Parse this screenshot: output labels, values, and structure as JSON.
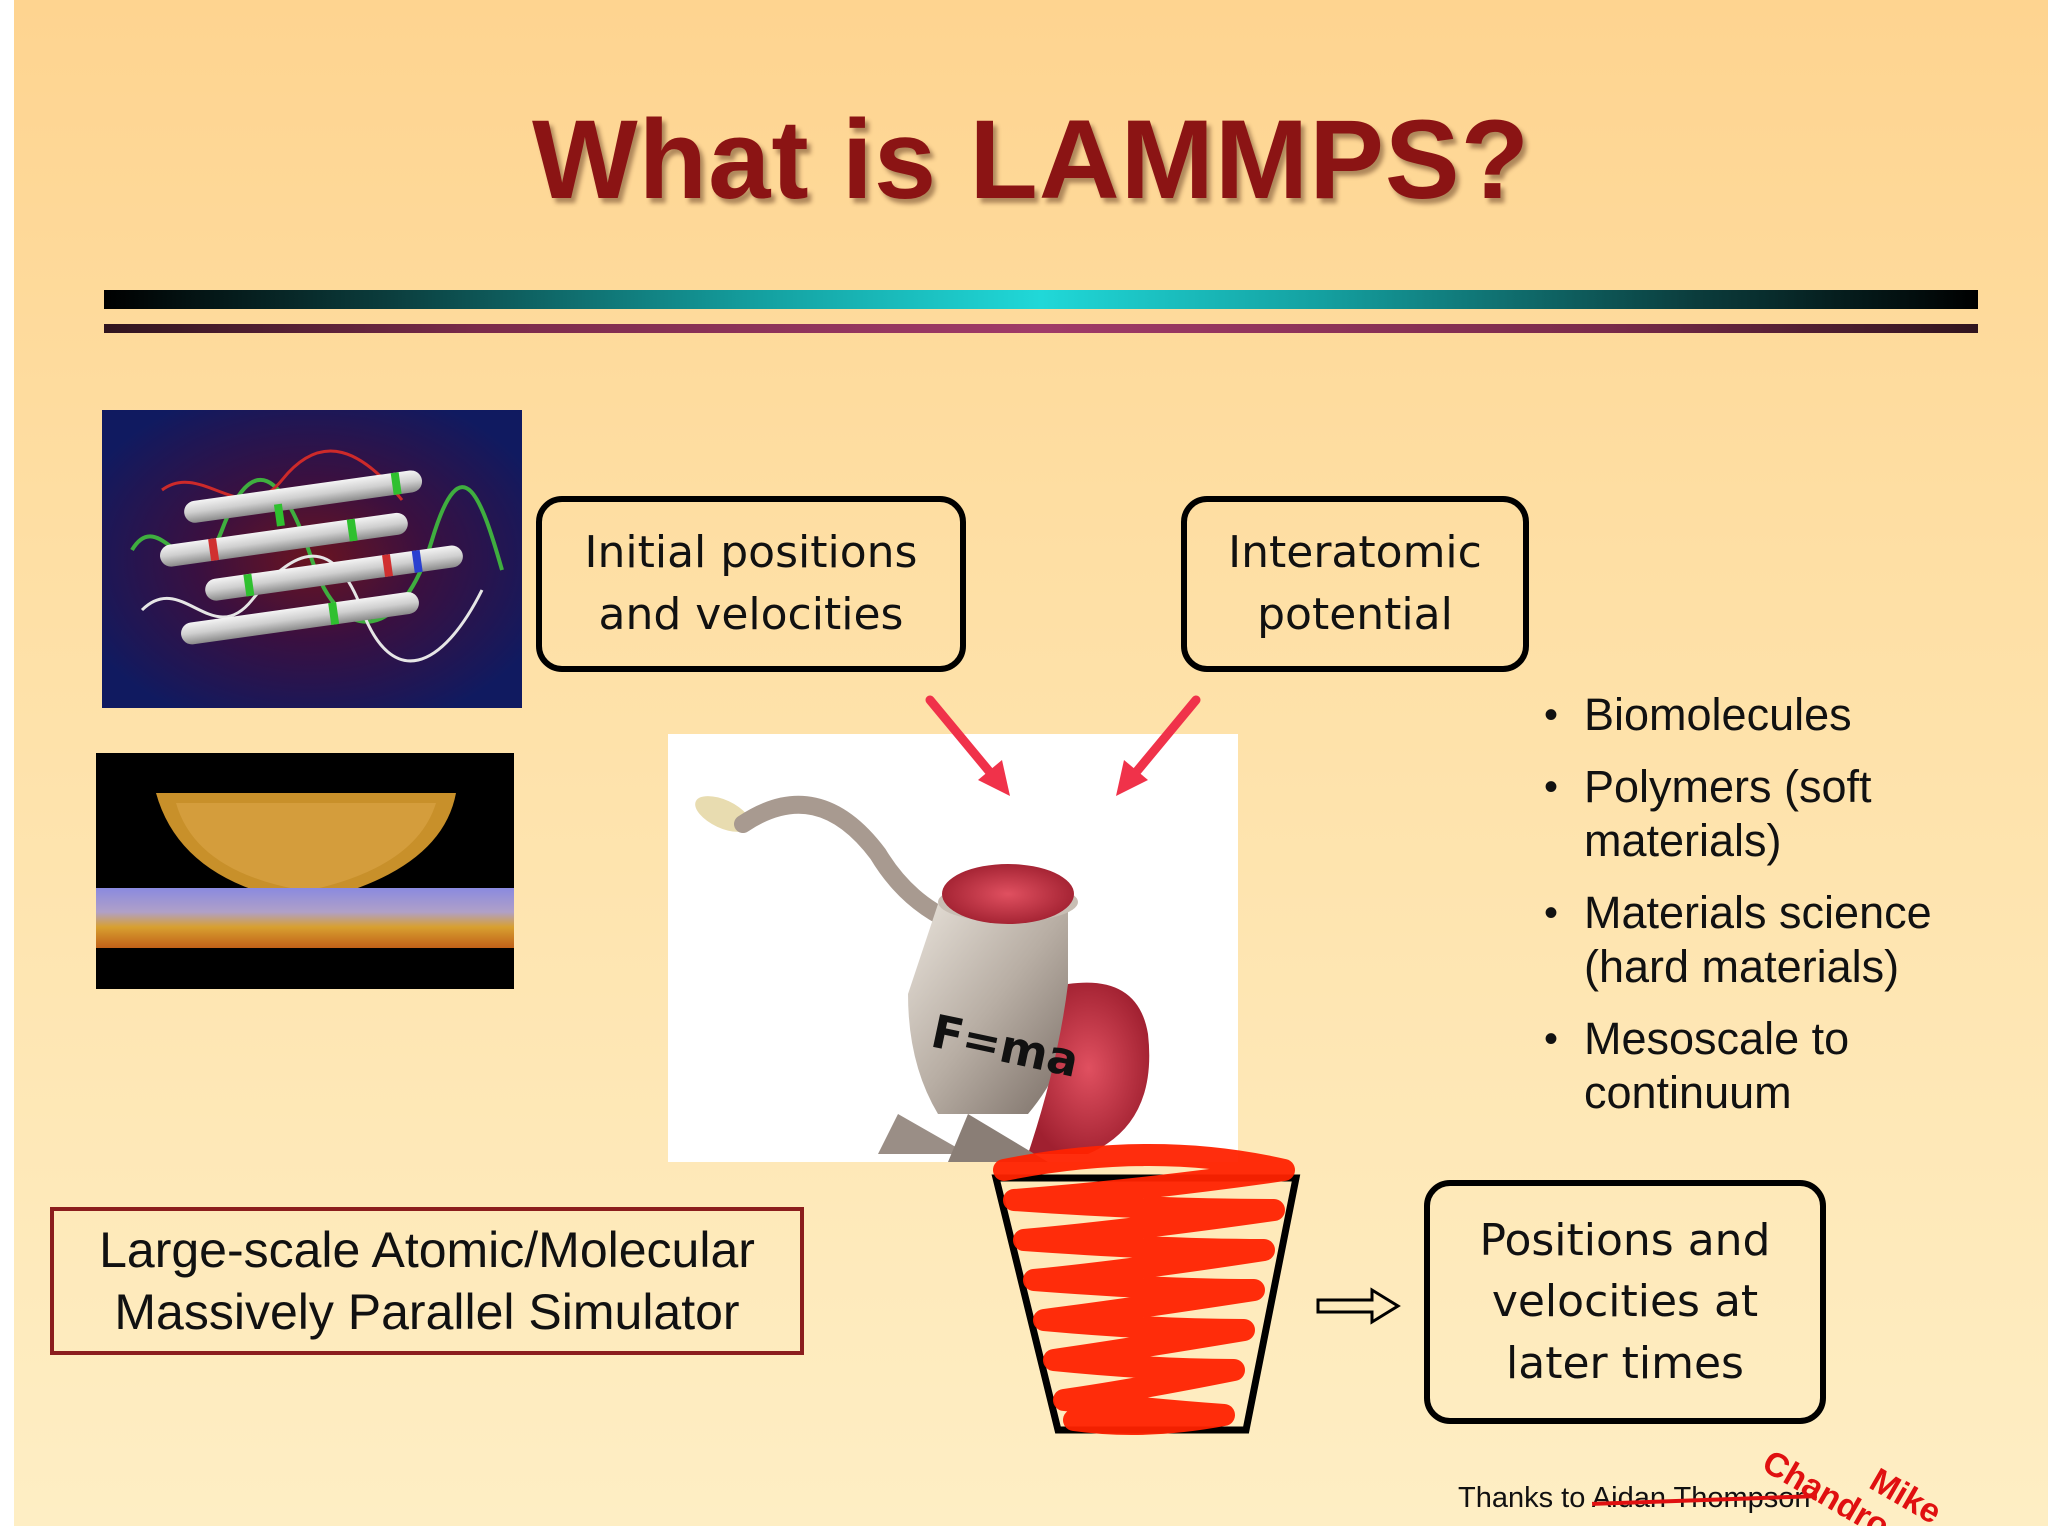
{
  "title": "What is LAMMPS?",
  "boxes": {
    "initial": "Initial positions\nand velocities",
    "potential": "Interatomic\npotential",
    "output": "Positions and\nvelocities at\nlater times"
  },
  "grinder_label": "F=ma",
  "acronym": "Large-scale Atomic/Molecular\nMassively Parallel Simulator",
  "bullets": [
    "Biomolecules",
    "Polymers (soft materials)",
    "Materials science (hard materials)",
    "Mesoscale to continuum"
  ],
  "credit": {
    "prefix": "Thanks to ",
    "name": "Aidan Thompson",
    "handwritten_replacement": "Mike\nChandross"
  },
  "colors": {
    "title": "#8b1414",
    "arrows": "#f0324a",
    "scribble": "#ff2200",
    "acronym_border": "#8b1d1d"
  }
}
